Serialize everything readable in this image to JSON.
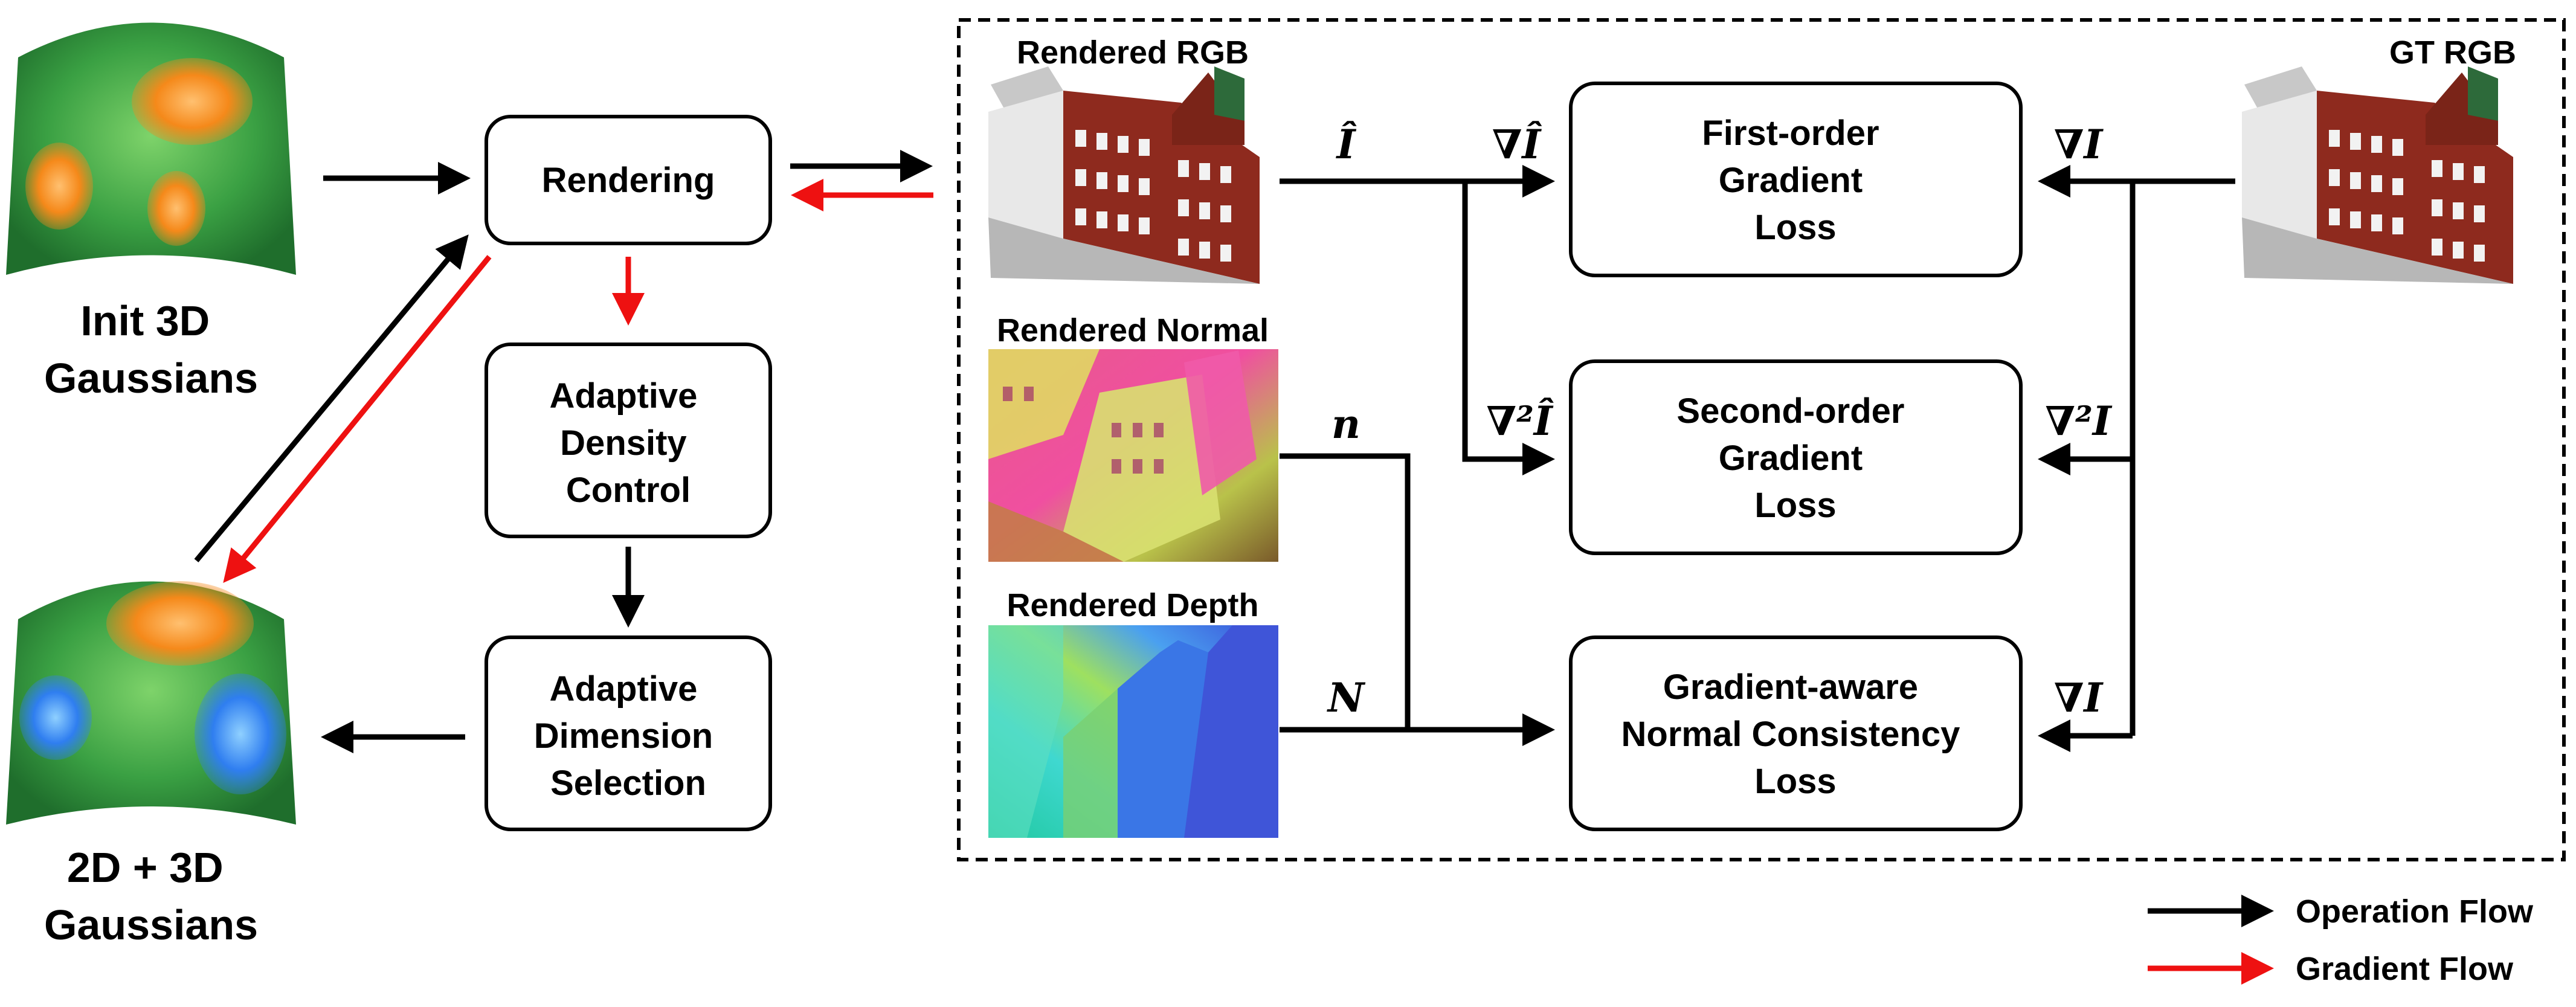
{
  "colors": {
    "operation": "#000000",
    "gradient": "#ee1111",
    "gaussian_green": "#2f9a3a",
    "gaussian_orange": "#f5891a",
    "gaussian_blue": "#2f7ef0"
  },
  "left": {
    "init_label": [
      "Init 3D",
      "Gaussians"
    ],
    "result_label": [
      "2D + 3D",
      "Gaussians"
    ]
  },
  "pipeline": {
    "rendering": [
      "Rendering"
    ],
    "density": [
      "Adaptive",
      "Density",
      "Control"
    ],
    "dimension": [
      "Adaptive",
      "Dimension",
      "Selection"
    ]
  },
  "panel": {
    "images": {
      "rgb": "Rendered RGB",
      "normal": "Rendered Normal",
      "depth": "Rendered Depth",
      "gt": "GT RGB"
    },
    "symbols": {
      "i_hat": "Î",
      "grad_i_hat": "∇Î",
      "grad2_i_hat": "∇²Î",
      "n_small": "n",
      "n_big": "N",
      "grad_i_1": "∇I",
      "grad2_i": "∇²I",
      "grad_i_2": "∇I"
    },
    "losses": {
      "first": [
        "First-order",
        "Gradient",
        "Loss"
      ],
      "second": [
        "Second-order",
        "Gradient",
        "Loss"
      ],
      "normal": [
        "Gradient-aware",
        "Normal Consistency",
        "Loss"
      ]
    }
  },
  "legend": [
    {
      "label": "Operation Flow",
      "color": "#000000"
    },
    {
      "label": "Gradient Flow",
      "color": "#ee1111"
    }
  ]
}
